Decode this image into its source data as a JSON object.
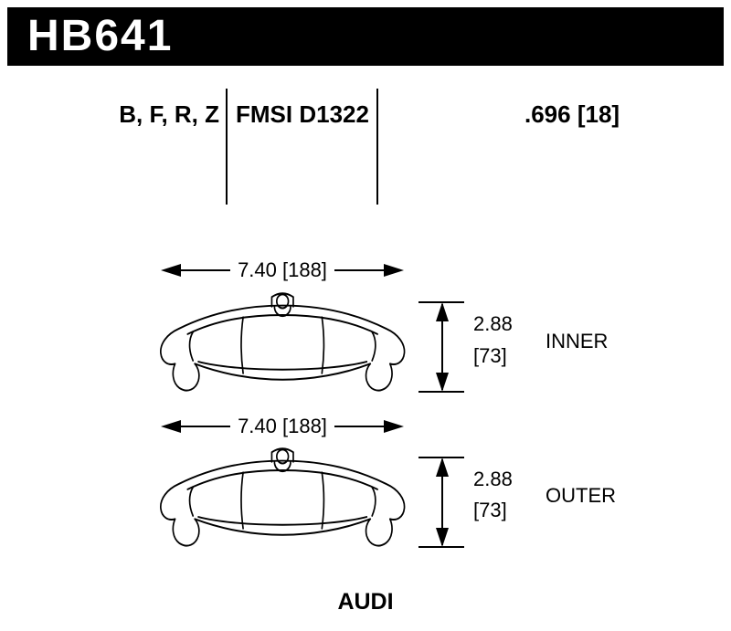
{
  "header": {
    "part_number": "HB641"
  },
  "spec_row": {
    "compounds": "B, F, R, Z",
    "fmsi": "FMSI D1322",
    "thickness": ".696 [18]"
  },
  "diagram": {
    "pads": [
      {
        "width_dim": "7.40 [188]",
        "height_in": "2.88",
        "height_mm": "[73]",
        "label": "INNER"
      },
      {
        "width_dim": "7.40 [188]",
        "height_in": "2.88",
        "height_mm": "[73]",
        "label": "OUTER"
      }
    ]
  },
  "footer": {
    "vehicle": "AUDI"
  },
  "colors": {
    "header_bg": "#000000",
    "header_fg": "#ffffff",
    "line": "#000000",
    "background": "#ffffff"
  }
}
